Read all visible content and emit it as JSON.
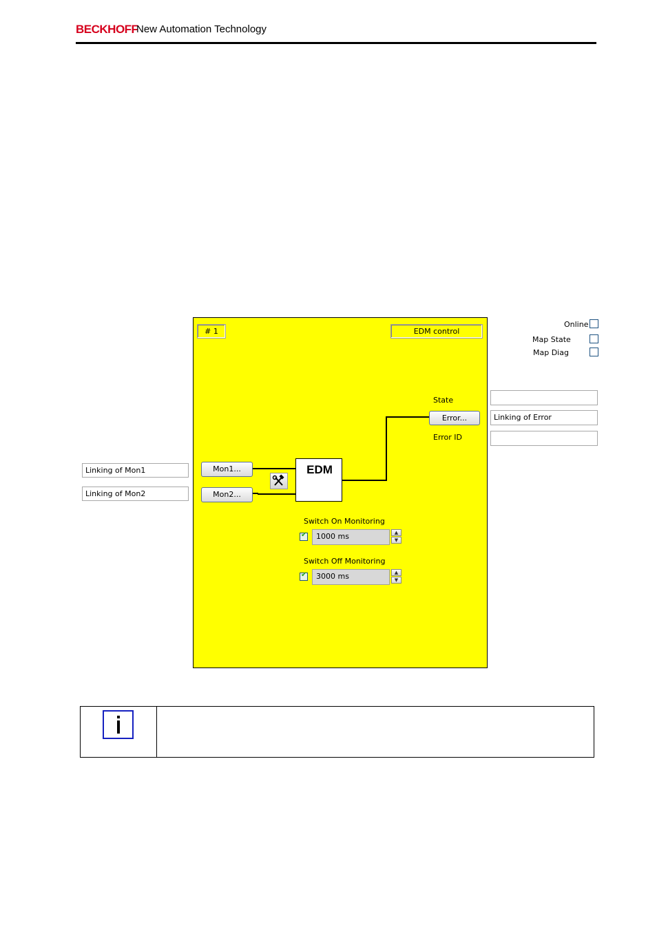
{
  "header": {
    "brand": "BECKHOFF",
    "tagline": "New Automation Technology"
  },
  "fb": {
    "number": "# 1",
    "type": "EDM control",
    "block_label": "EDM",
    "mon1_button": "Mon1...",
    "mon2_button": "Mon2...",
    "error_button": "Error...",
    "state_label": "State",
    "error_id_label": "Error ID",
    "switch_on": {
      "label": "Switch On Monitoring",
      "checked": true,
      "value": "1000 ms"
    },
    "switch_off": {
      "label": "Switch Off Monitoring",
      "checked": true,
      "value": "3000 ms"
    },
    "tool_icon": "hammer-wrench-icon"
  },
  "options": {
    "online": "Online",
    "map_state": "Map State",
    "map_diag": "Map Diag"
  },
  "links": {
    "mon1": "Linking of Mon1",
    "mon2": "Linking of Mon2",
    "state": "",
    "error": "Linking of Error",
    "error_id": ""
  },
  "note": {
    "icon": "info-icon",
    "text": ""
  },
  "colors": {
    "brand_red": "#d6001c",
    "panel_yellow": "#ffff00",
    "info_blue": "#1520c0"
  }
}
